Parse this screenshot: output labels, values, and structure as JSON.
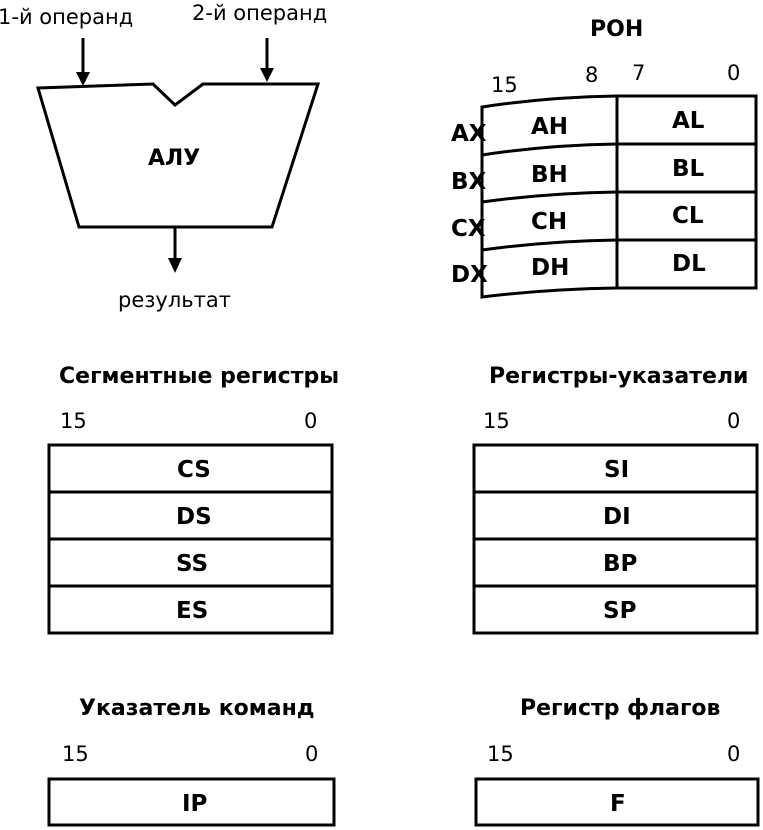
{
  "alu": {
    "operand1": "1-й операнд",
    "operand2": "2-й операнд",
    "label": "АЛУ",
    "result": "результат"
  },
  "ron": {
    "title": "РОН",
    "bits": {
      "b15": "15",
      "b8": "8",
      "b7": "7",
      "b0": "0"
    },
    "rows": [
      {
        "name": "AX",
        "high": "AH",
        "low": "AL"
      },
      {
        "name": "BX",
        "high": "BH",
        "low": "BL"
      },
      {
        "name": "CX",
        "high": "CH",
        "low": "CL"
      },
      {
        "name": "DX",
        "high": "DH",
        "low": "DL"
      }
    ]
  },
  "segment": {
    "title": "Сегментные регистры",
    "bit_hi": "15",
    "bit_lo": "0",
    "registers": [
      "CS",
      "DS",
      "SS",
      "ES"
    ]
  },
  "pointers": {
    "title": "Регистры-указатели",
    "bit_hi": "15",
    "bit_lo": "0",
    "registers": [
      "SI",
      "DI",
      "BP",
      "SP"
    ]
  },
  "ip": {
    "title": "Указатель команд",
    "bit_hi": "15",
    "bit_lo": "0",
    "register": "IP"
  },
  "flags": {
    "title": "Регистр флагов",
    "bit_hi": "15",
    "bit_lo": "0",
    "register": "F"
  }
}
